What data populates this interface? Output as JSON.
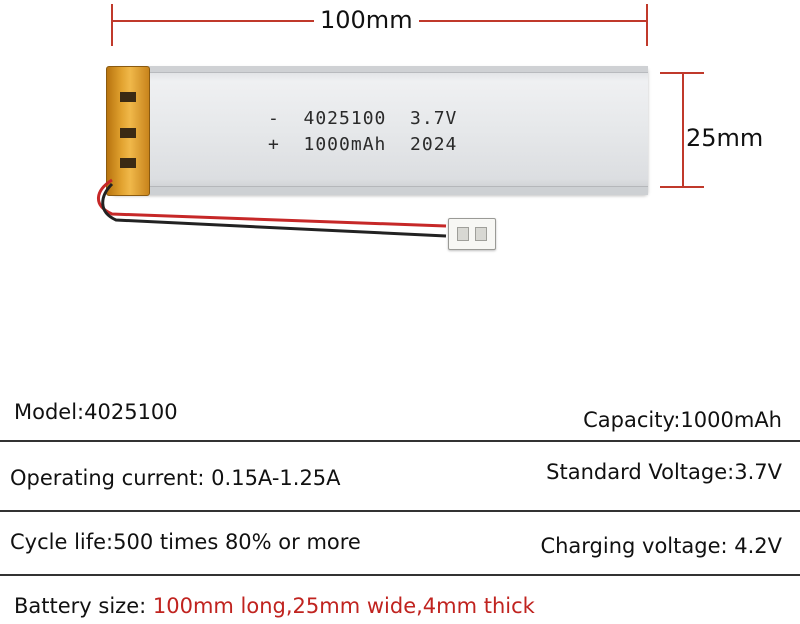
{
  "dimensions": {
    "length_label": "100mm",
    "width_label": "25mm"
  },
  "battery": {
    "line1": "-  4025100  3.7V",
    "line2": "+  1000mAh  2024"
  },
  "specs": {
    "model": "Model:4025100",
    "capacity": "Capacity:1000mAh",
    "operating_current": "Operating current: 0.15A-1.25A",
    "standard_voltage": "Standard Voltage:3.7V",
    "cycle_life": "Cycle life:500 times 80% or more",
    "charging_voltage": "Charging voltage: 4.2V",
    "battery_size_label": "Battery size: ",
    "battery_size_value": "100mm long,25mm wide,4mm thick"
  },
  "colors": {
    "dimension_line": "#c0392b",
    "highlight_text": "#c0231f",
    "pcm_tape": "#e2a330"
  }
}
